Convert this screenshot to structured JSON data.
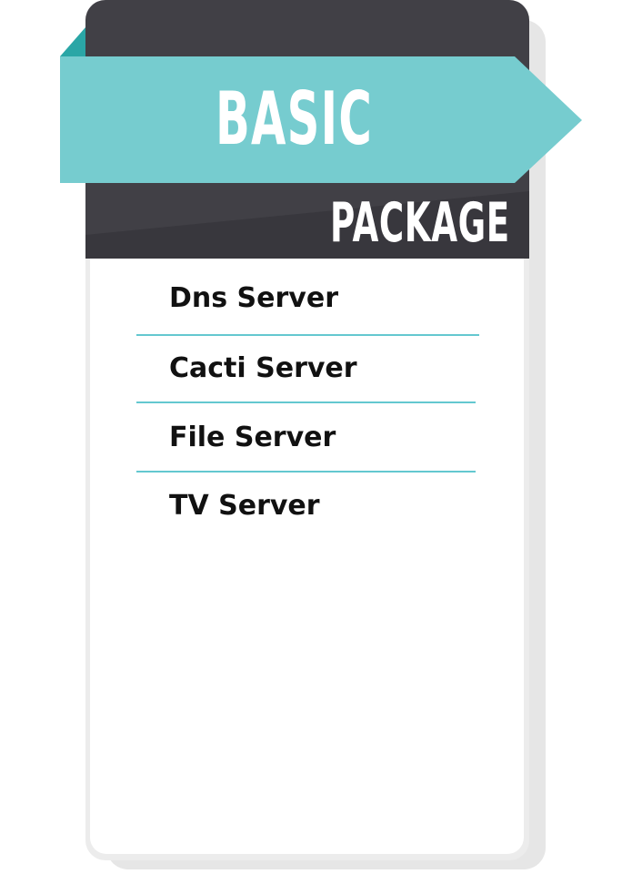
{
  "package": {
    "title": "BASIC",
    "subtitle": "PACKAGE"
  },
  "features": [
    {
      "label": "Dns Server"
    },
    {
      "label": "Cacti Server"
    },
    {
      "label": "File Server"
    },
    {
      "label": "TV Server"
    }
  ],
  "colors": {
    "header": "#414046",
    "ribbon": "#76cccf",
    "ribbon_fold": "#2aa6a6",
    "divider": "#64c8d0",
    "text": "#111111"
  }
}
